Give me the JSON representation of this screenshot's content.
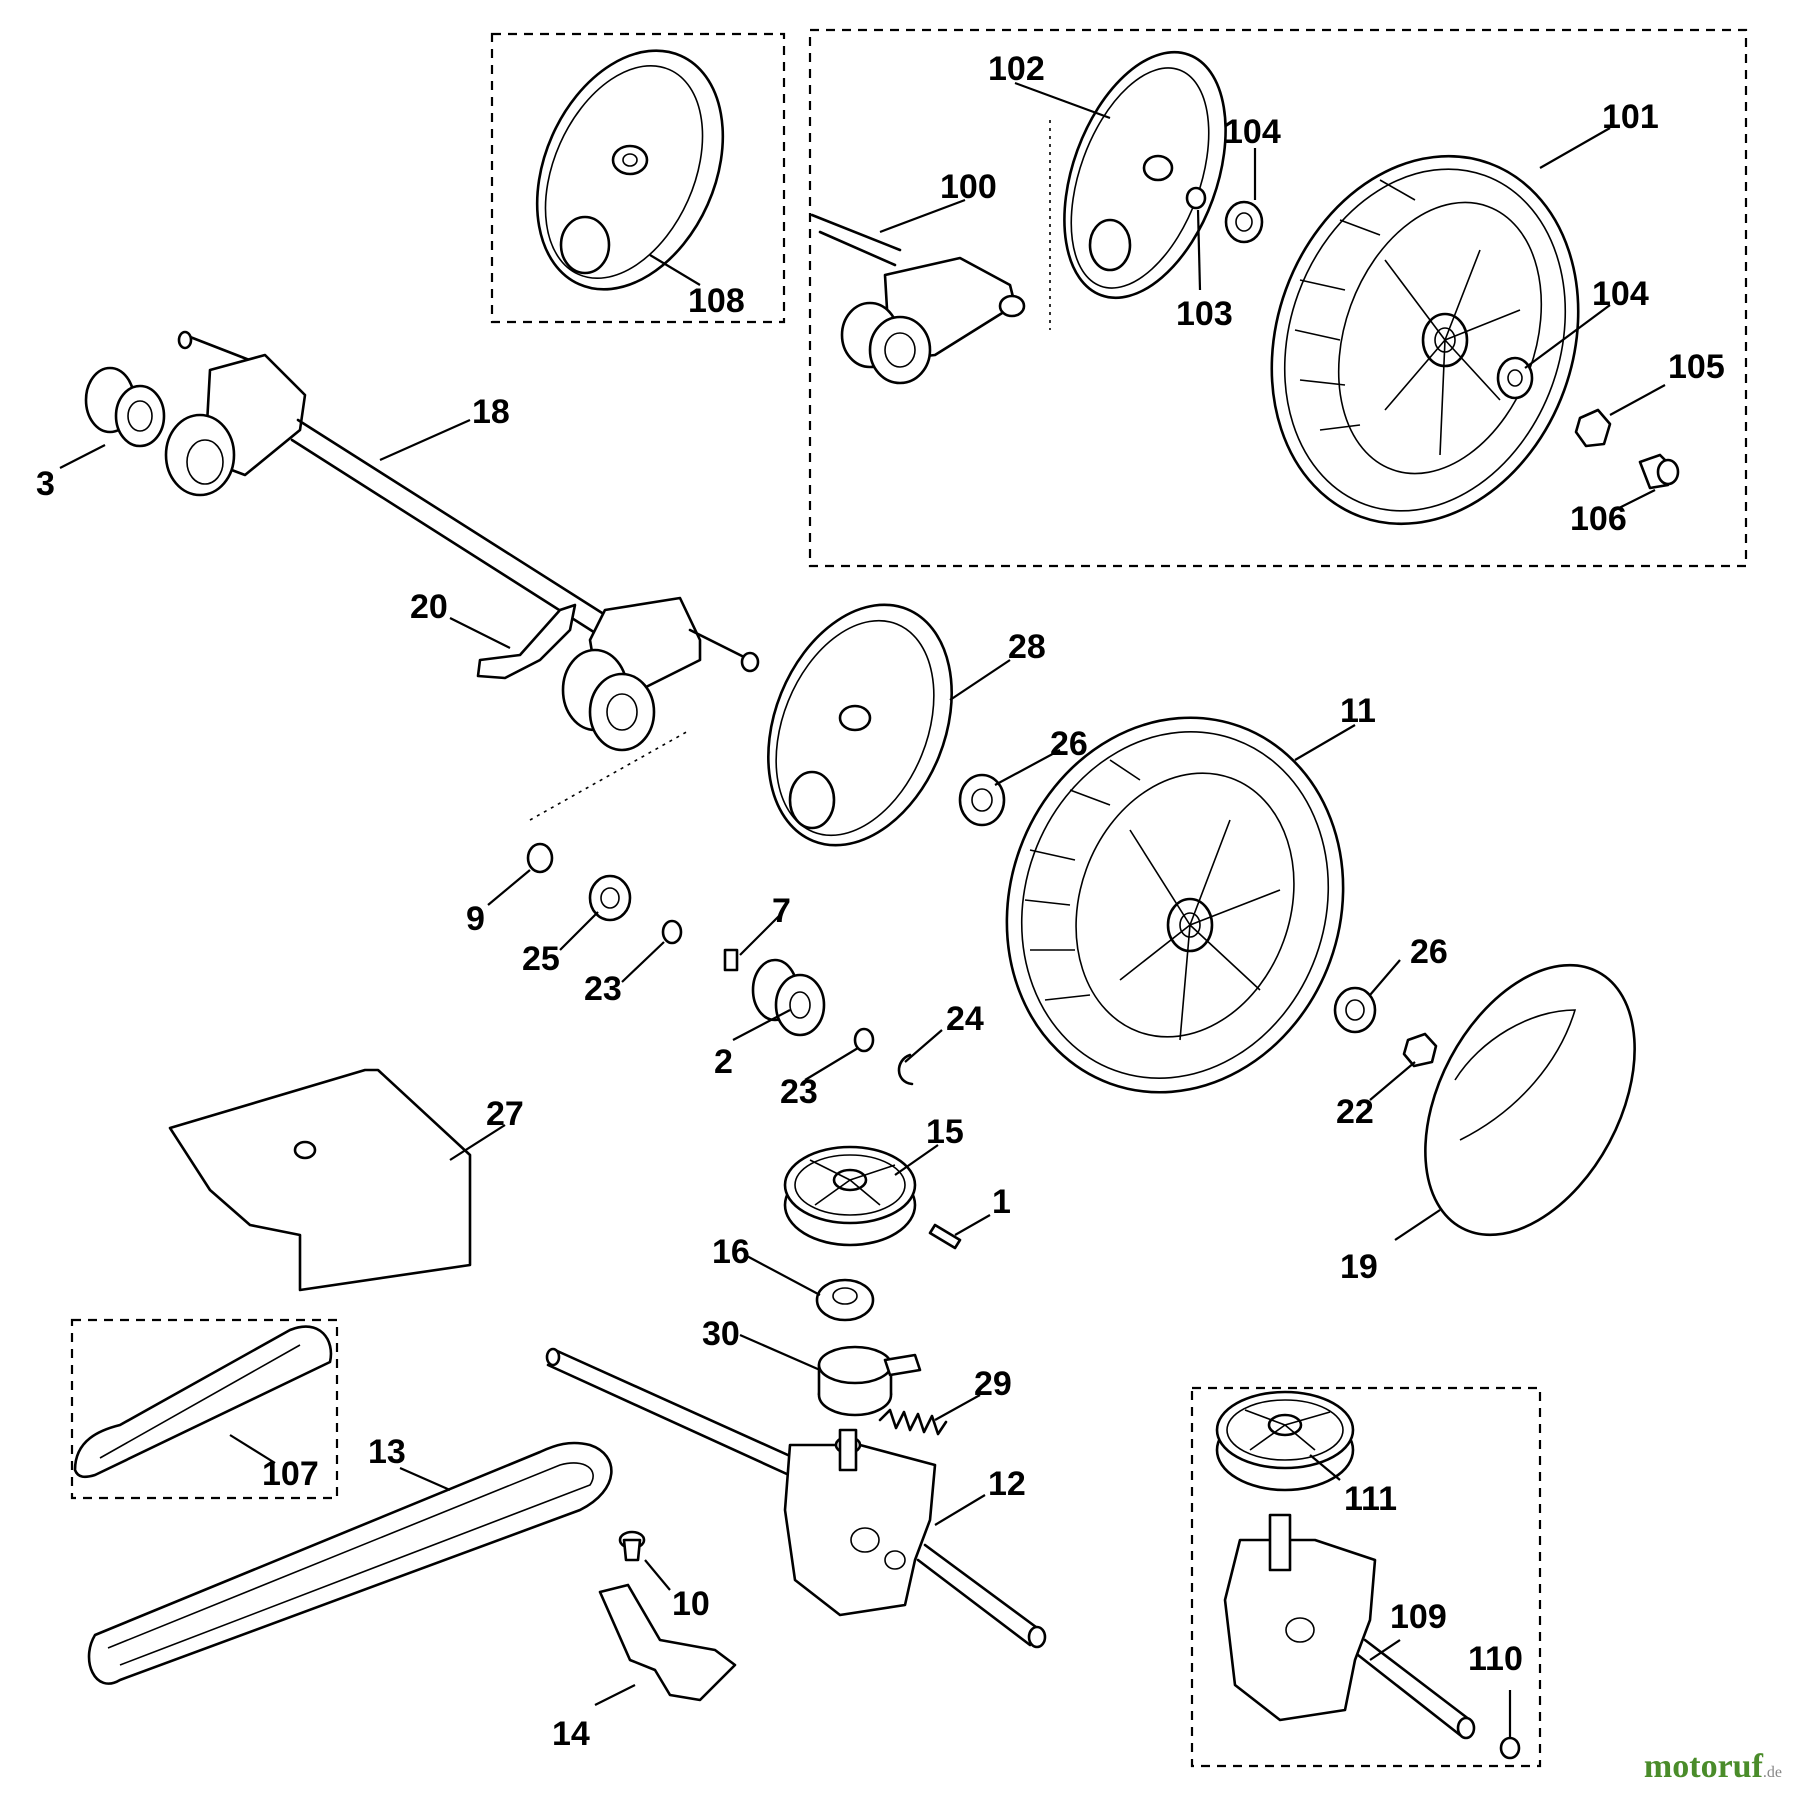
{
  "watermark": {
    "brand": "motoruf",
    "suffix": ".de"
  },
  "labels": [
    {
      "id": "p1",
      "text": "1"
    },
    {
      "id": "p2",
      "text": "2"
    },
    {
      "id": "p3",
      "text": "3"
    },
    {
      "id": "p7",
      "text": "7"
    },
    {
      "id": "p9",
      "text": "9"
    },
    {
      "id": "p10",
      "text": "10"
    },
    {
      "id": "p11",
      "text": "11"
    },
    {
      "id": "p12",
      "text": "12"
    },
    {
      "id": "p13",
      "text": "13"
    },
    {
      "id": "p14",
      "text": "14"
    },
    {
      "id": "p15",
      "text": "15"
    },
    {
      "id": "p16",
      "text": "16"
    },
    {
      "id": "p18",
      "text": "18"
    },
    {
      "id": "p19",
      "text": "19"
    },
    {
      "id": "p20",
      "text": "20"
    },
    {
      "id": "p22",
      "text": "22"
    },
    {
      "id": "p23a",
      "text": "23"
    },
    {
      "id": "p23b",
      "text": "23"
    },
    {
      "id": "p24",
      "text": "24"
    },
    {
      "id": "p25",
      "text": "25"
    },
    {
      "id": "p26a",
      "text": "26"
    },
    {
      "id": "p26b",
      "text": "26"
    },
    {
      "id": "p27",
      "text": "27"
    },
    {
      "id": "p28",
      "text": "28"
    },
    {
      "id": "p29",
      "text": "29"
    },
    {
      "id": "p30",
      "text": "30"
    },
    {
      "id": "p100",
      "text": "100"
    },
    {
      "id": "p101",
      "text": "101"
    },
    {
      "id": "p102",
      "text": "102"
    },
    {
      "id": "p103",
      "text": "103"
    },
    {
      "id": "p104a",
      "text": "104"
    },
    {
      "id": "p104b",
      "text": "104"
    },
    {
      "id": "p105",
      "text": "105"
    },
    {
      "id": "p106",
      "text": "106"
    },
    {
      "id": "p107",
      "text": "107"
    },
    {
      "id": "p108",
      "text": "108"
    },
    {
      "id": "p109",
      "text": "109"
    },
    {
      "id": "p110",
      "text": "110"
    },
    {
      "id": "p111",
      "text": "111"
    }
  ]
}
